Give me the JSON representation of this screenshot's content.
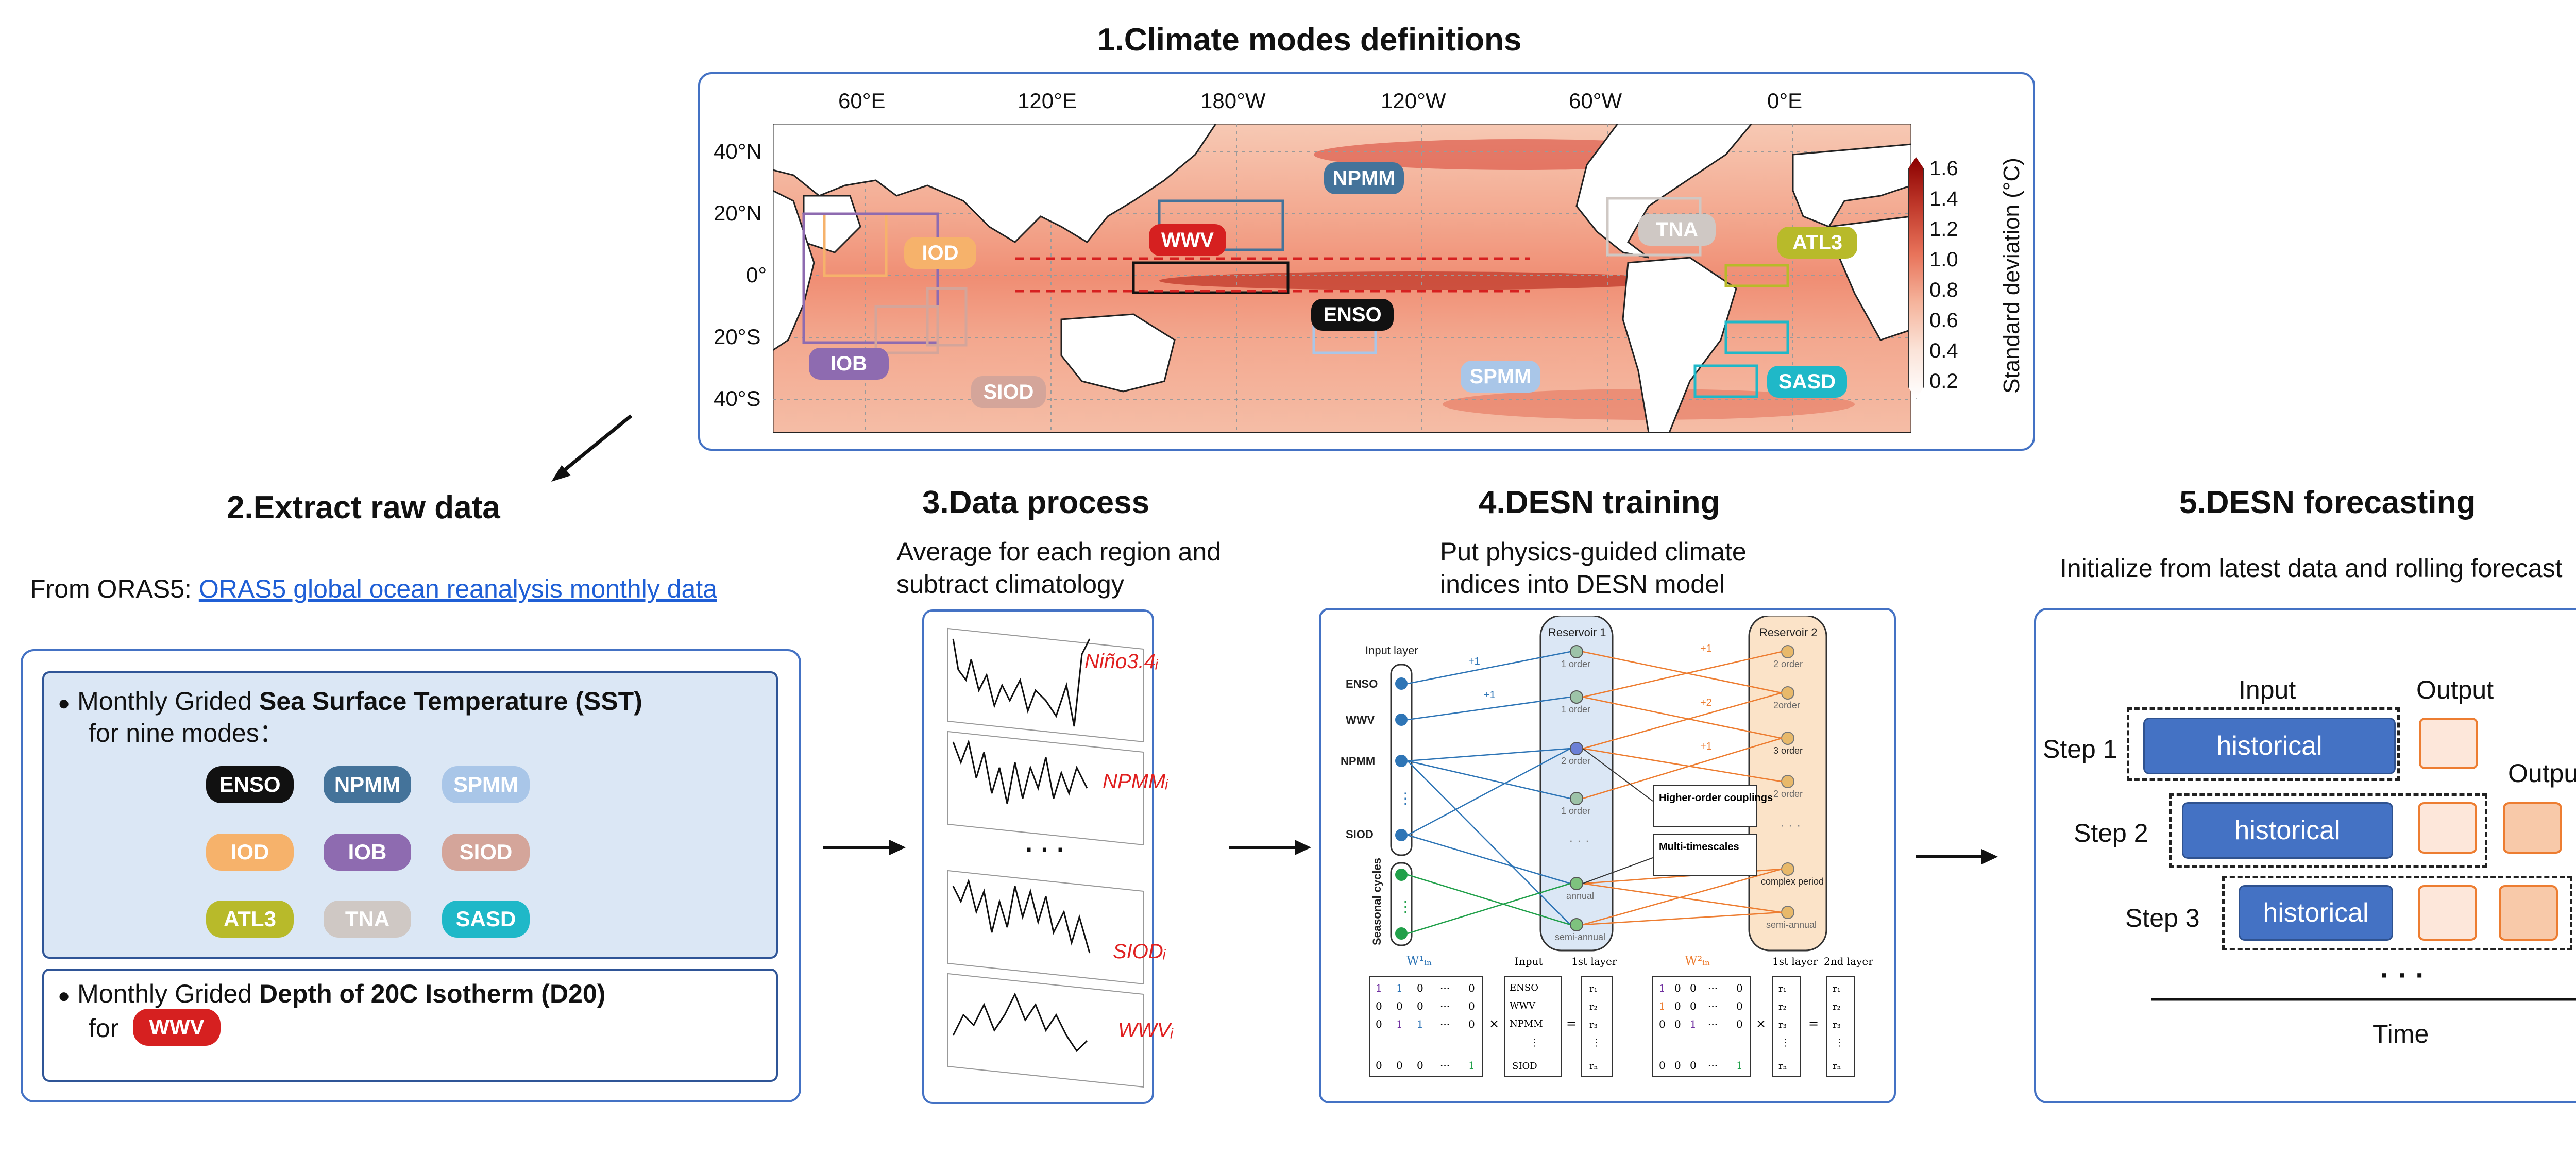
{
  "step1": {
    "title": "1.Climate modes definitions",
    "lon_labels": [
      "60°E",
      "120°E",
      "180°W",
      "120°W",
      "60°W",
      "0°E"
    ],
    "lat_labels": [
      "40°N",
      "20°N",
      "0°",
      "20°S",
      "40°S"
    ],
    "colorbar": {
      "label": "Standard deviation (°C)",
      "ticks": [
        "1.6",
        "1.4",
        "1.2",
        "1.0",
        "0.8",
        "0.6",
        "0.4",
        "0.2"
      ]
    },
    "regions": {
      "npmm": "NPMM",
      "wwv": "WWV",
      "enso": "ENSO",
      "tna": "TNA",
      "atl3": "ATL3",
      "iod": "IOD",
      "iob": "IOB",
      "siod": "SIOD",
      "spmm": "SPMM",
      "sasd": "SASD"
    }
  },
  "step2": {
    "title": "2.Extract raw data",
    "source_prefix": "From ORAS5: ",
    "source_link": "ORAS5 global ocean reanalysis monthly data",
    "sst_line1_prefix": "Monthly Grided ",
    "sst_bold": "Sea Surface Temperature (SST)",
    "sst_line2": "for nine modes：",
    "modes": [
      "ENSO",
      "NPMM",
      "SPMM",
      "IOD",
      "IOB",
      "SIOD",
      "ATL3",
      "TNA",
      "SASD"
    ],
    "d20_prefix": "Monthly Grided ",
    "d20_bold": "Depth of 20C Isotherm (D20)",
    "d20_for": "for",
    "d20_mode": "WWV"
  },
  "step3": {
    "title": "3.Data process",
    "desc_line1": "Average for each region and",
    "desc_line2": "subtract climatology",
    "series_labels": [
      "Niño3.4ᵢ",
      "NPMMᵢ",
      "SIODᵢ",
      "WWVᵢ"
    ],
    "ellipsis": "· · ·"
  },
  "step4": {
    "title": "4.DESN training",
    "desc_line1": "Put physics-guided climate",
    "desc_line2": "indices into DESN model",
    "input_layer_label": "Input layer",
    "inputs": [
      "ENSO",
      "WWV",
      "NPMM",
      "SIOD"
    ],
    "seasonal_label": "Seasonal cycles",
    "reservoir1": {
      "title": "Reservoir 1",
      "nodes": [
        "1 order",
        "1 order",
        "2 order",
        "1 order",
        "annual",
        "semi-annual"
      ]
    },
    "reservoir2": {
      "title": "Reservoir 2",
      "nodes": [
        "2 order",
        "2order",
        "3 order",
        "2 order",
        "complex period",
        "semi-annual"
      ]
    },
    "plus_labels": [
      "+1",
      "+1",
      "+1",
      "+2",
      "+1"
    ],
    "callouts": {
      "coupling": "Higher-order couplings",
      "multi": "Multi-timescales"
    },
    "eq": {
      "w_in1": "W¹ᵢₙ",
      "w_in2": "W²ᵢₙ",
      "input_hdr": "Input",
      "first_layer": "1st layer",
      "second_layer": "2nd layer",
      "input_vec": [
        "ENSO",
        "WWV",
        "NPMM",
        "⋮",
        "SIOD"
      ]
    }
  },
  "step5": {
    "title": "5.DESN forecasting",
    "desc": "Initialize from latest data and rolling forecast",
    "input_label": "Input",
    "output_label": "Output",
    "steps": [
      "Step 1",
      "Step 2",
      "Step 3"
    ],
    "historical": "historical",
    "ellipsis": "· · ·",
    "time_label": "Time"
  },
  "colors": {
    "panel_border": "#4472c4",
    "ENSO": "#111111",
    "NPMM": "#44739a",
    "SPMM": "#a9c6e8",
    "IOD": "#f6b26b",
    "IOB": "#8e6bb0",
    "SIOD": "#d4a59a",
    "ATL3": "#b8ba2a",
    "TNA": "#cfc8c4",
    "SASD": "#1fb8c8",
    "WWV": "#d62020"
  }
}
